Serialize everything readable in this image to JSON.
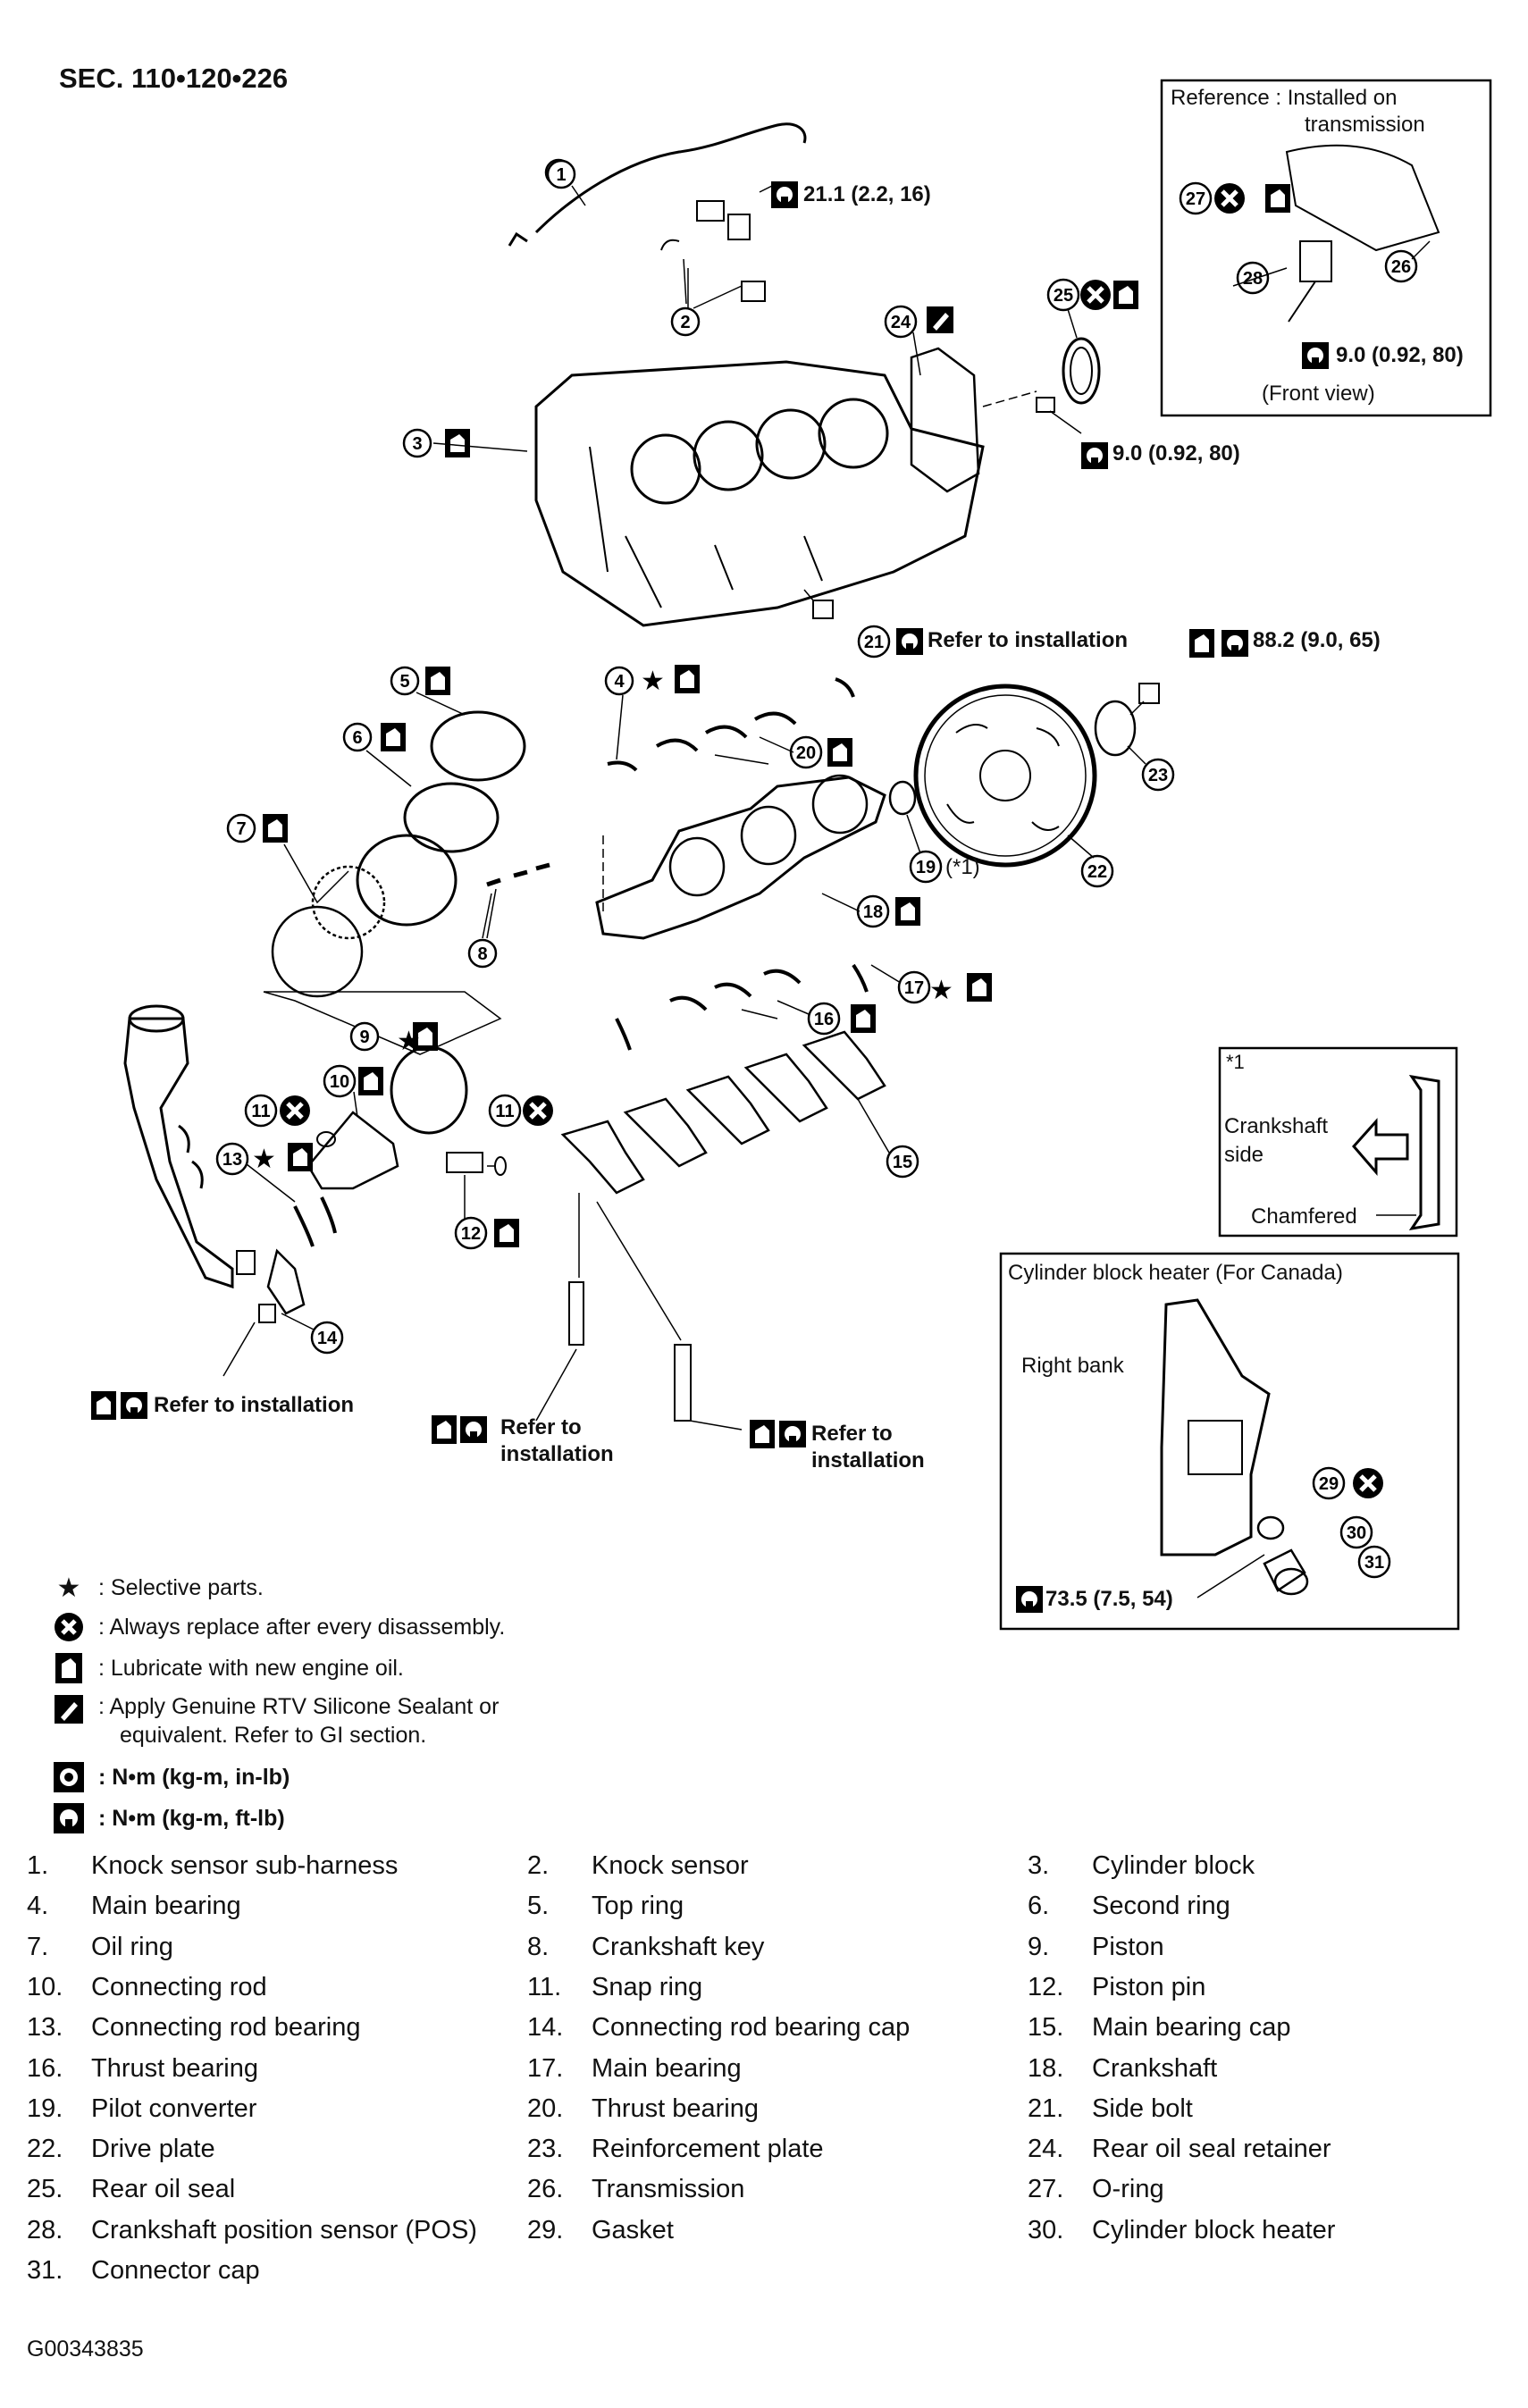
{
  "header": {
    "section": "SEC. 110•120•226"
  },
  "reference_box": {
    "title_line1": "Reference : Installed on",
    "title_line2": "transmission",
    "torque": "9.0 (0.92, 80)",
    "view": "(Front view)"
  },
  "chamfer_box": {
    "note": "*1",
    "side_line1": "Crankshaft",
    "side_line2": "side",
    "chamfered": "Chamfered"
  },
  "heater_box": {
    "title": "Cylinder block heater (For Canada)",
    "bank": "Right bank",
    "torque": "73.5 (7.5, 54)"
  },
  "callouts": {
    "knock_sensor_torque": "21.1 (2.2, 16)",
    "rear_seal_retainer_torque": "9.0 (0.92, 80)",
    "side_bolt": "Refer to installation",
    "drive_plate_torque": "88.2 (9.0, 65)",
    "pilot_note": "(*1)",
    "rod_bolt": "Refer to installation",
    "main_bolt_a_line1": "Refer to",
    "main_bolt_a_line2": "installation",
    "main_bolt_b_line1": "Refer to",
    "main_bolt_b_line2": "installation"
  },
  "legend": [
    {
      "icon": "star-icon",
      "text": ": Selective parts."
    },
    {
      "icon": "replace-icon",
      "text": ": Always replace after every disassembly."
    },
    {
      "icon": "oil-can-icon",
      "text": ": Lubricate with new engine oil."
    },
    {
      "icon": "sealant-icon",
      "text": ": Apply Genuine RTV Silicone Sealant or",
      "text2": "equivalent. Refer to GI section."
    },
    {
      "icon": "torque-inlb-icon",
      "text": ": N•m (kg-m, in-lb)"
    },
    {
      "icon": "torque-ftlb-icon",
      "text": ": N•m (kg-m, ft-lb)"
    }
  ],
  "parts": [
    {
      "num": "1.",
      "name": "Knock sensor sub-harness"
    },
    {
      "num": "2.",
      "name": "Knock sensor"
    },
    {
      "num": "3.",
      "name": "Cylinder block"
    },
    {
      "num": "4.",
      "name": "Main bearing"
    },
    {
      "num": "5.",
      "name": "Top ring"
    },
    {
      "num": "6.",
      "name": "Second ring"
    },
    {
      "num": "7.",
      "name": "Oil ring"
    },
    {
      "num": "8.",
      "name": "Crankshaft key"
    },
    {
      "num": "9.",
      "name": "Piston"
    },
    {
      "num": "10.",
      "name": "Connecting rod"
    },
    {
      "num": "11.",
      "name": "Snap ring"
    },
    {
      "num": "12.",
      "name": "Piston pin"
    },
    {
      "num": "13.",
      "name": "Connecting rod bearing"
    },
    {
      "num": "14.",
      "name": "Connecting rod bearing cap"
    },
    {
      "num": "15.",
      "name": "Main bearing cap"
    },
    {
      "num": "16.",
      "name": "Thrust bearing"
    },
    {
      "num": "17.",
      "name": "Main bearing"
    },
    {
      "num": "18.",
      "name": "Crankshaft"
    },
    {
      "num": "19.",
      "name": "Pilot converter"
    },
    {
      "num": "20.",
      "name": "Thrust bearing"
    },
    {
      "num": "21.",
      "name": "Side bolt"
    },
    {
      "num": "22.",
      "name": "Drive plate"
    },
    {
      "num": "23.",
      "name": "Reinforcement plate"
    },
    {
      "num": "24.",
      "name": "Rear oil seal retainer"
    },
    {
      "num": "25.",
      "name": "Rear oil seal"
    },
    {
      "num": "26.",
      "name": "Transmission"
    },
    {
      "num": "27.",
      "name": "O-ring"
    },
    {
      "num": "28.",
      "name": "Crankshaft position sensor (POS)"
    },
    {
      "num": "29.",
      "name": "Gasket"
    },
    {
      "num": "30.",
      "name": "Cylinder block heater"
    },
    {
      "num": "31.",
      "name": "Connector cap"
    }
  ],
  "doc_id": "G00343835"
}
